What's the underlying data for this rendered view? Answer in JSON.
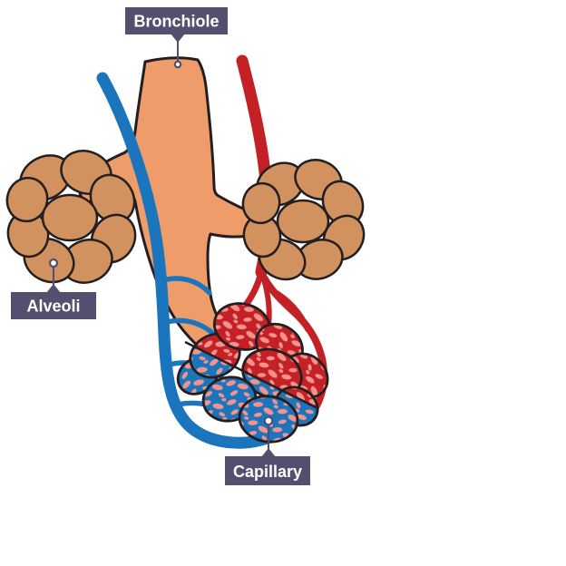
{
  "figure": {
    "type": "anatomy-diagram",
    "subject": "Bronchiole, alveoli and capillary",
    "labels": {
      "bronchiole": "Bronchiole",
      "alveoli": "Alveoli",
      "capillary": "Capillary"
    },
    "colors": {
      "background": "#ffffff",
      "label-bg": "#534f6e",
      "label-text": "#ffffff",
      "outline": "#231f20",
      "bronchiole-fill": "#ee9c6a",
      "alveoli-fill": "#d2925f",
      "vein-blue": "#1b75bc",
      "artery-red": "#c42127",
      "spot-pink": "#f4938d"
    }
  }
}
